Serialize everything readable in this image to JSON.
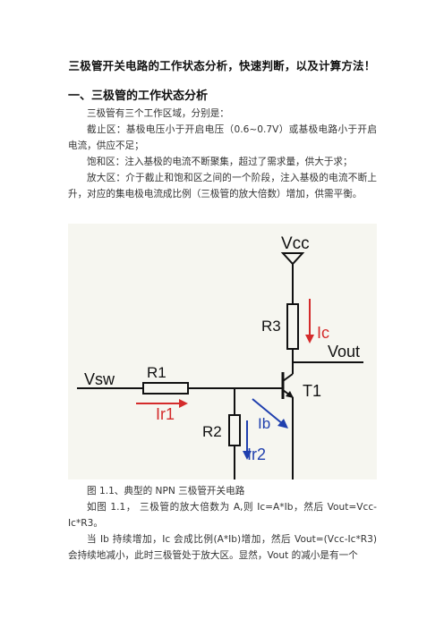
{
  "doc": {
    "title": "三极管开关电路的工作状态分析，快速判断，以及计算方法！",
    "section1_heading": "一、三极管的工作状态分析",
    "paragraphs": {
      "p1": "三极管有三个工作区域，分别是：",
      "p2": "截止区：基极电压小于开启电压（0.6~0.7V）或基极电路小于开启电流，供应不足；",
      "p3": "饱和区：注入基极的电流不断聚集，超过了需求量，供大于求；",
      "p4": "放大区：介于截止和饱和区之间的一个阶段，注入基极的电流不断上升，对应的集电极电流成比例（三极管的放大倍数）增加，供需平衡。",
      "caption": "图 1.1、典型的 NPN 三极管开关电路",
      "p5": "如图 1.1， 三极管的放大倍数为 A,则 Ic=A*Ib，然后 Vout=Vcc-Ic*R3。",
      "p6": "当 Ib 持续增加，Ic 会成比例(A*Ib)增加，然后 Vout=(Vcc-Ic*R3)会持续地减小，此时三极管处于放大区。显然，Vout 的减小是有一个"
    }
  },
  "circuit": {
    "vcc": "Vcc",
    "r3": "R3",
    "ic": "Ic",
    "vout": "Vout",
    "vsw": "Vsw",
    "r1": "R1",
    "t1": "T1",
    "ir1": "Ir1",
    "ib": "Ib",
    "r2": "R2",
    "ir2": "Ir2",
    "colors": {
      "wire": "#111111",
      "red": "#d42b2b",
      "blue": "#1f3fae",
      "bg": "#f6f6f0"
    }
  }
}
